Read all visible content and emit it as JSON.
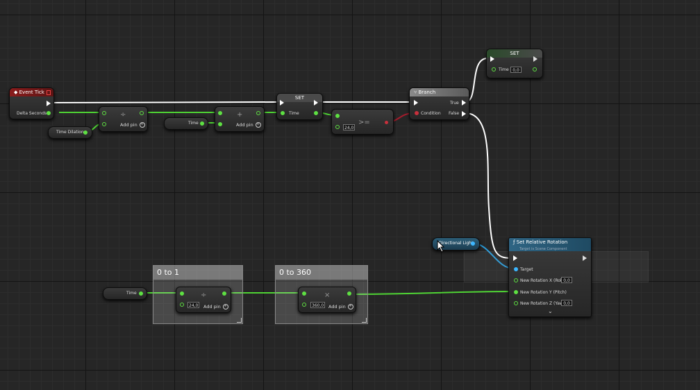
{
  "nodes": {
    "event_tick": {
      "title": "Event Tick",
      "delta_label": "Delta Seconds"
    },
    "time_dilation": {
      "label": "Time Dilation"
    },
    "divide1": {
      "symbol": "÷",
      "add_pin": "Add pin"
    },
    "time_var1": {
      "label": "Time"
    },
    "add1": {
      "symbol": "+",
      "add_pin": "Add pin"
    },
    "set_time": {
      "title": "SET",
      "time_label": "Time"
    },
    "gte": {
      "symbol": ">=",
      "value": "24,0"
    },
    "branch": {
      "title": "Branch",
      "true_label": "True",
      "false_label": "False",
      "condition_label": "Condition"
    },
    "set_time_reset": {
      "title": "SET",
      "time_label": "Time",
      "value": "0,0"
    },
    "directional_light": {
      "label": "Directional Light"
    },
    "set_relative_rotation": {
      "title": "Set Relative Rotation",
      "subtitle": "Target is Scene Component",
      "target_label": "Target",
      "roll_label": "New Rotation X (Roll)",
      "roll_value": "0,0",
      "pitch_label": "New Rotation Y (Pitch)",
      "yaw_label": "New Rotation Z (Yaw)",
      "yaw_value": "0,0",
      "expand": "⌄"
    },
    "time_var2": {
      "label": "Time"
    },
    "divide2": {
      "symbol": "÷",
      "value": "24,0",
      "add_pin": "Add pin"
    },
    "multiply": {
      "symbol": "×",
      "value": "360,0",
      "add_pin": "Add pin"
    }
  },
  "comments": {
    "zero_to_one": "0 to 1",
    "zero_to_360": "0 to 360"
  },
  "colors": {
    "exec": "#ffffff",
    "float": "#5ee042",
    "bool": "#c8303c",
    "object": "#3cb6ff",
    "event_header": "#8a1c1c",
    "function_header": "#2f6584"
  }
}
